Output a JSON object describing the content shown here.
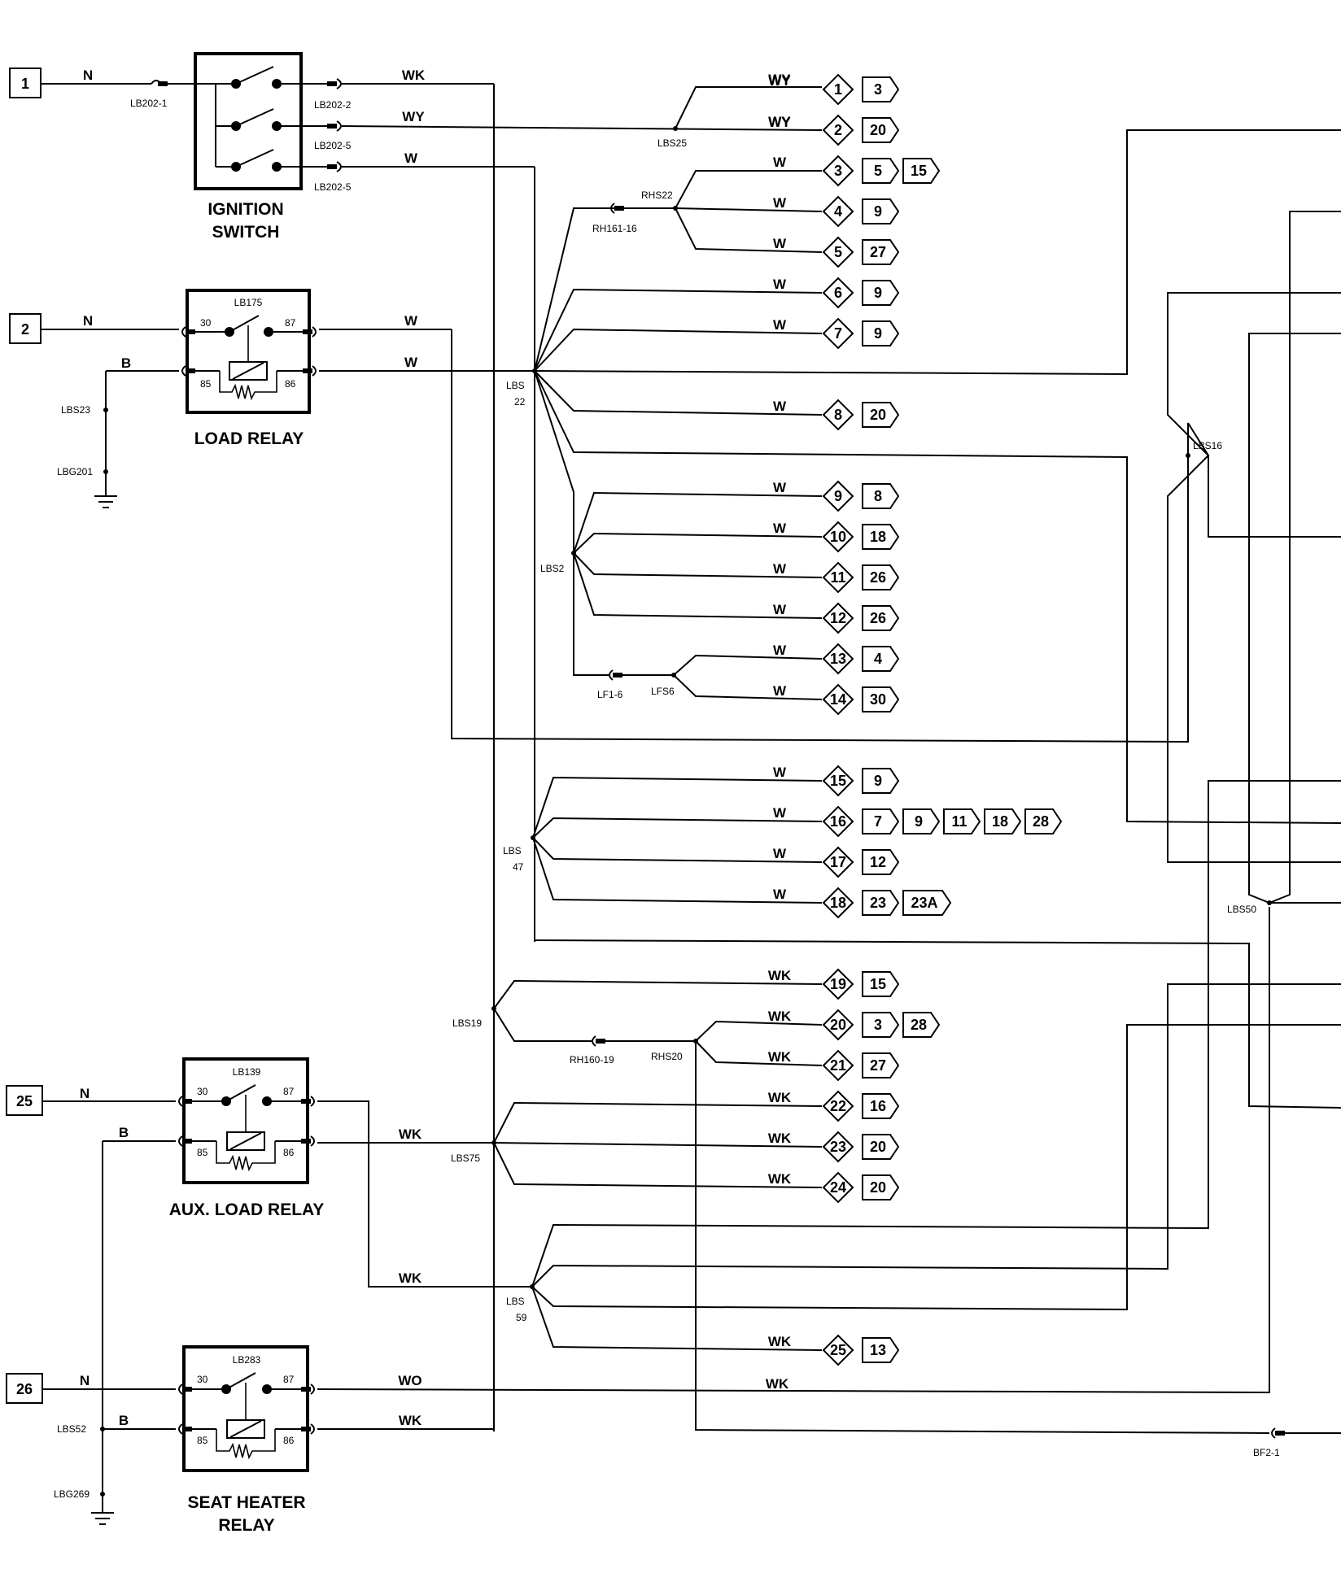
{
  "inputs": [
    {
      "id": "1"
    },
    {
      "id": "2"
    },
    {
      "id": "25"
    },
    {
      "id": "26"
    }
  ],
  "components": {
    "ignition": {
      "line1": "IGNITION",
      "line2": "SWITCH"
    },
    "load_relay": {
      "name": "LOAD RELAY",
      "ref": "LB175",
      "p30": "30",
      "p87": "87",
      "p85": "85",
      "p86": "86"
    },
    "aux_relay": {
      "name": "AUX. LOAD RELAY",
      "ref": "LB139",
      "p30": "30",
      "p87": "87",
      "p85": "85",
      "p86": "86"
    },
    "seat_relay": {
      "line1": "SEAT HEATER",
      "line2": "RELAY",
      "ref": "LB283",
      "p30": "30",
      "p87": "87",
      "p85": "85",
      "p86": "86"
    }
  },
  "wire_colors": {
    "N": "N",
    "B": "B",
    "W": "W",
    "WK": "WK",
    "WY": "WY",
    "WO": "WO"
  },
  "connectors": {
    "lb202_1": "LB202-1",
    "lb202_2": "LB202-2",
    "lb202_5a": "LB202-5",
    "lb202_5b": "LB202-5",
    "rh161": "RH161-16",
    "lf1": "LF1-6",
    "rh160": "RH160-19",
    "bf2": "BF2-1"
  },
  "splices": {
    "lbs25": "LBS25",
    "rhs22": "RHS22",
    "lbs22a": "LBS",
    "lbs22b": "22",
    "lbs2": "LBS2",
    "lfs6": "LFS6",
    "lbs47a": "LBS",
    "lbs47b": "47",
    "lbs19": "LBS19",
    "rhs20": "RHS20",
    "lbs75": "LBS75",
    "lbs59a": "LBS",
    "lbs59b": "59",
    "lbs52": "LBS52",
    "lbs23": "LBS23",
    "lbg201": "LBG201",
    "lbg269": "LBG269",
    "lbs16": "LBS16",
    "lbs50": "LBS50"
  },
  "outputs": [
    {
      "n": "1",
      "refs": [
        "3"
      ]
    },
    {
      "n": "2",
      "refs": [
        "20"
      ]
    },
    {
      "n": "3",
      "refs": [
        "5",
        "15"
      ]
    },
    {
      "n": "4",
      "refs": [
        "9"
      ]
    },
    {
      "n": "5",
      "refs": [
        "27"
      ]
    },
    {
      "n": "6",
      "refs": [
        "9"
      ]
    },
    {
      "n": "7",
      "refs": [
        "9"
      ]
    },
    {
      "n": "8",
      "refs": [
        "20"
      ]
    },
    {
      "n": "9",
      "refs": [
        "8"
      ]
    },
    {
      "n": "10",
      "refs": [
        "18"
      ]
    },
    {
      "n": "11",
      "refs": [
        "26"
      ]
    },
    {
      "n": "12",
      "refs": [
        "26"
      ]
    },
    {
      "n": "13",
      "refs": [
        "4"
      ]
    },
    {
      "n": "14",
      "refs": [
        "30"
      ]
    },
    {
      "n": "15",
      "refs": [
        "9"
      ]
    },
    {
      "n": "16",
      "refs": [
        "7",
        "9",
        "11",
        "18",
        "28"
      ]
    },
    {
      "n": "17",
      "refs": [
        "12"
      ]
    },
    {
      "n": "18",
      "refs": [
        "23",
        "23A"
      ]
    },
    {
      "n": "19",
      "refs": [
        "15"
      ]
    },
    {
      "n": "20",
      "refs": [
        "3",
        "28"
      ]
    },
    {
      "n": "21",
      "refs": [
        "27"
      ]
    },
    {
      "n": "22",
      "refs": [
        "16"
      ]
    },
    {
      "n": "23",
      "refs": [
        "20"
      ]
    },
    {
      "n": "24",
      "refs": [
        "20"
      ]
    },
    {
      "n": "25",
      "refs": [
        "13"
      ]
    }
  ]
}
